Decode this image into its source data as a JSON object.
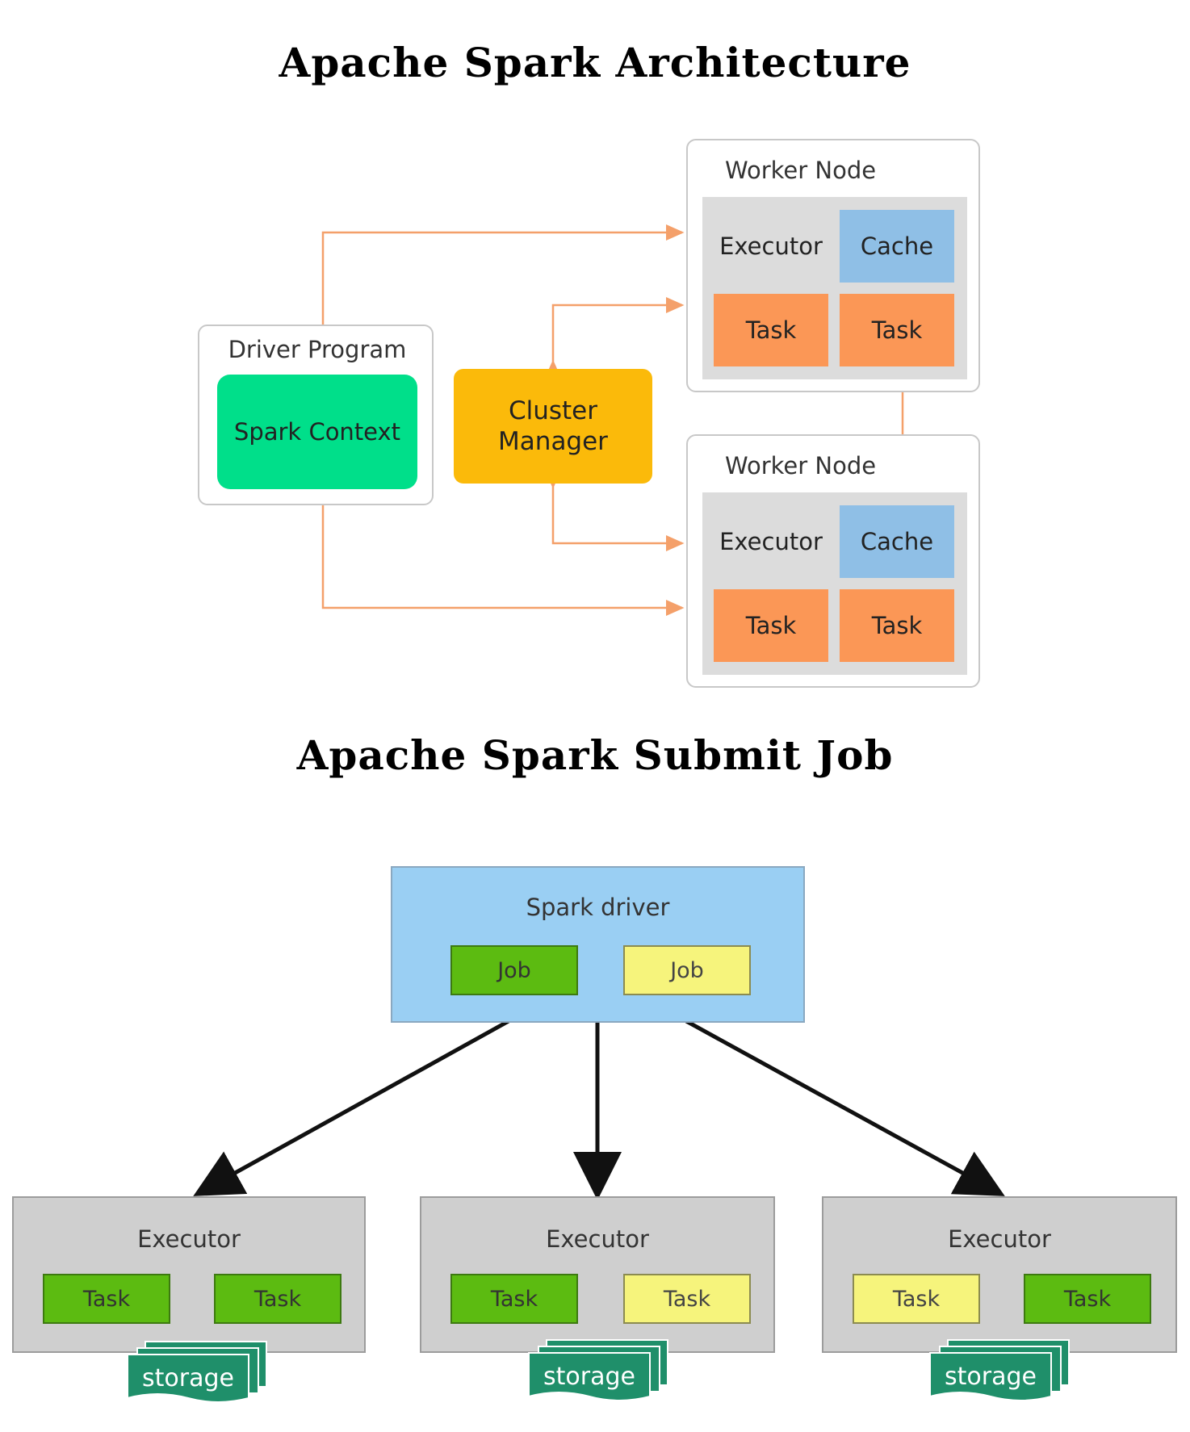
{
  "titles": {
    "architecture": "Apache Spark Architecture",
    "submit_job": "Apache Spark Submit Job"
  },
  "architecture": {
    "driver_program": {
      "label": "Driver Program",
      "context": "Spark Context"
    },
    "cluster_manager": {
      "label_line1": "Cluster",
      "label_line2": "Manager"
    },
    "worker_nodes": [
      {
        "label": "Worker Node",
        "executor": "Executor",
        "cache": "Cache",
        "tasks": [
          "Task",
          "Task"
        ]
      },
      {
        "label": "Worker Node",
        "executor": "Executor",
        "cache": "Cache",
        "tasks": [
          "Task",
          "Task"
        ]
      }
    ],
    "colors": {
      "connector": "#f4a06a",
      "task": "#fb9756",
      "cache": "#8fbfe6",
      "context": "#00df8a",
      "cluster": "#fbba0a"
    }
  },
  "submit_job": {
    "driver": {
      "label": "Spark driver",
      "jobs": [
        "Job",
        "Job"
      ]
    },
    "executors": [
      {
        "label": "Executor",
        "tasks": [
          "Task",
          "Task"
        ],
        "storage": "storage"
      },
      {
        "label": "Executor",
        "tasks": [
          "Task",
          "Task"
        ],
        "storage": "storage"
      },
      {
        "label": "Executor",
        "tasks": [
          "Task",
          "Task"
        ],
        "storage": "storage"
      }
    ],
    "colors": {
      "driver": "#9acff3",
      "green_task": "#5cbb11",
      "yellow_task": "#f6f47c",
      "storage": "#1f8f6a"
    }
  }
}
